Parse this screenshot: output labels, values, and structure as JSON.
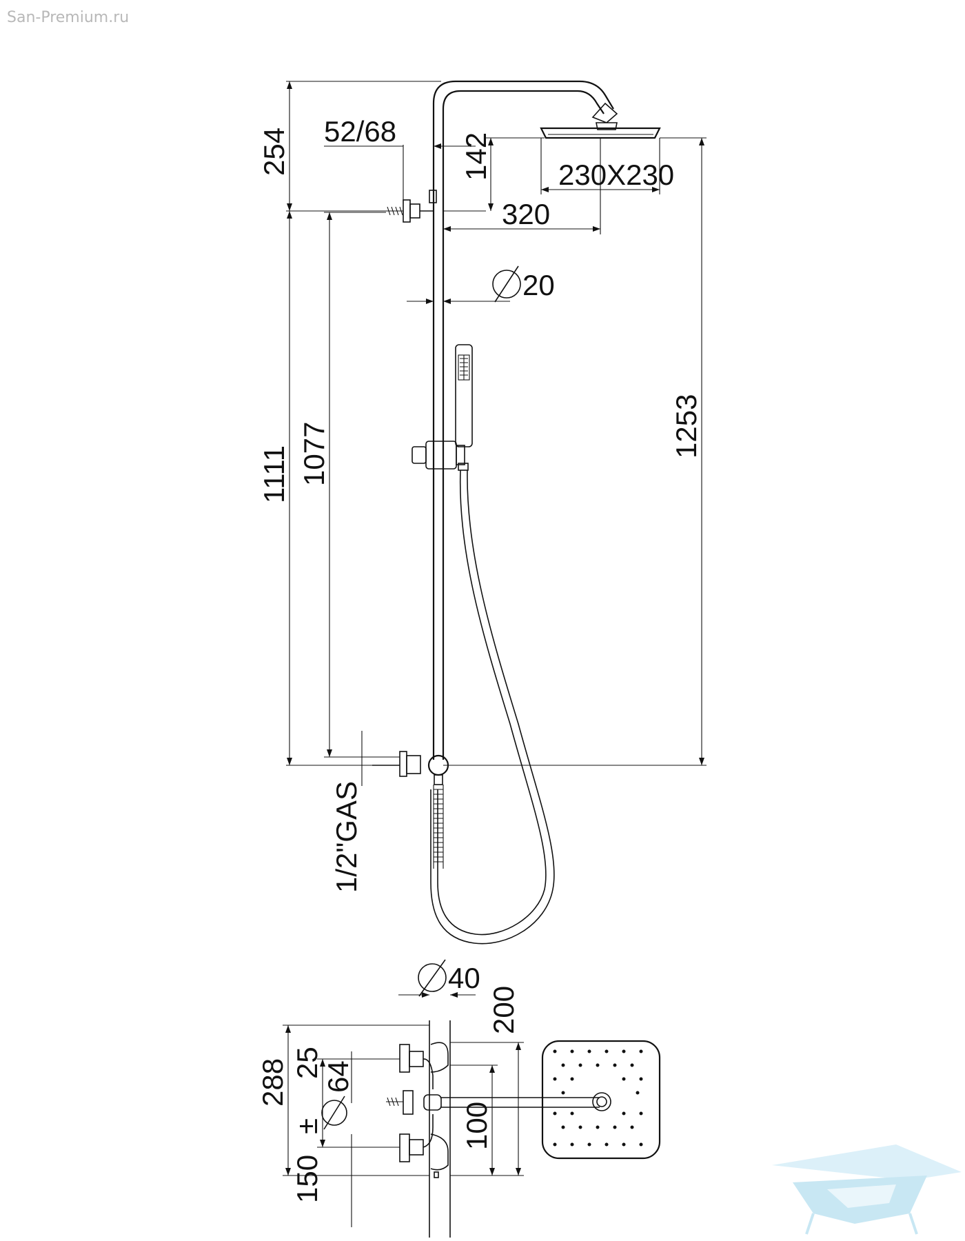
{
  "watermark": {
    "text": "San-Premium.ru"
  },
  "logo": {
    "name": "bathtub-logo",
    "color": "#bfe3f2"
  },
  "elevation": {
    "dims": {
      "top_height": "254",
      "wall_offset": "52/68",
      "head_drop": "142",
      "head_size": "230X230",
      "arm_reach": "320",
      "rail_diameter": "20",
      "total_height": "1253",
      "inlet_height": "1111",
      "bracket_height": "1077",
      "connection": "1/2\"GAS"
    }
  },
  "plan": {
    "dims": {
      "diameter": "40",
      "projection": "200",
      "depth": "288",
      "offset": "25",
      "inner_diameter": "64",
      "centers": "150",
      "sep": "±",
      "wall_gap": "100"
    }
  }
}
